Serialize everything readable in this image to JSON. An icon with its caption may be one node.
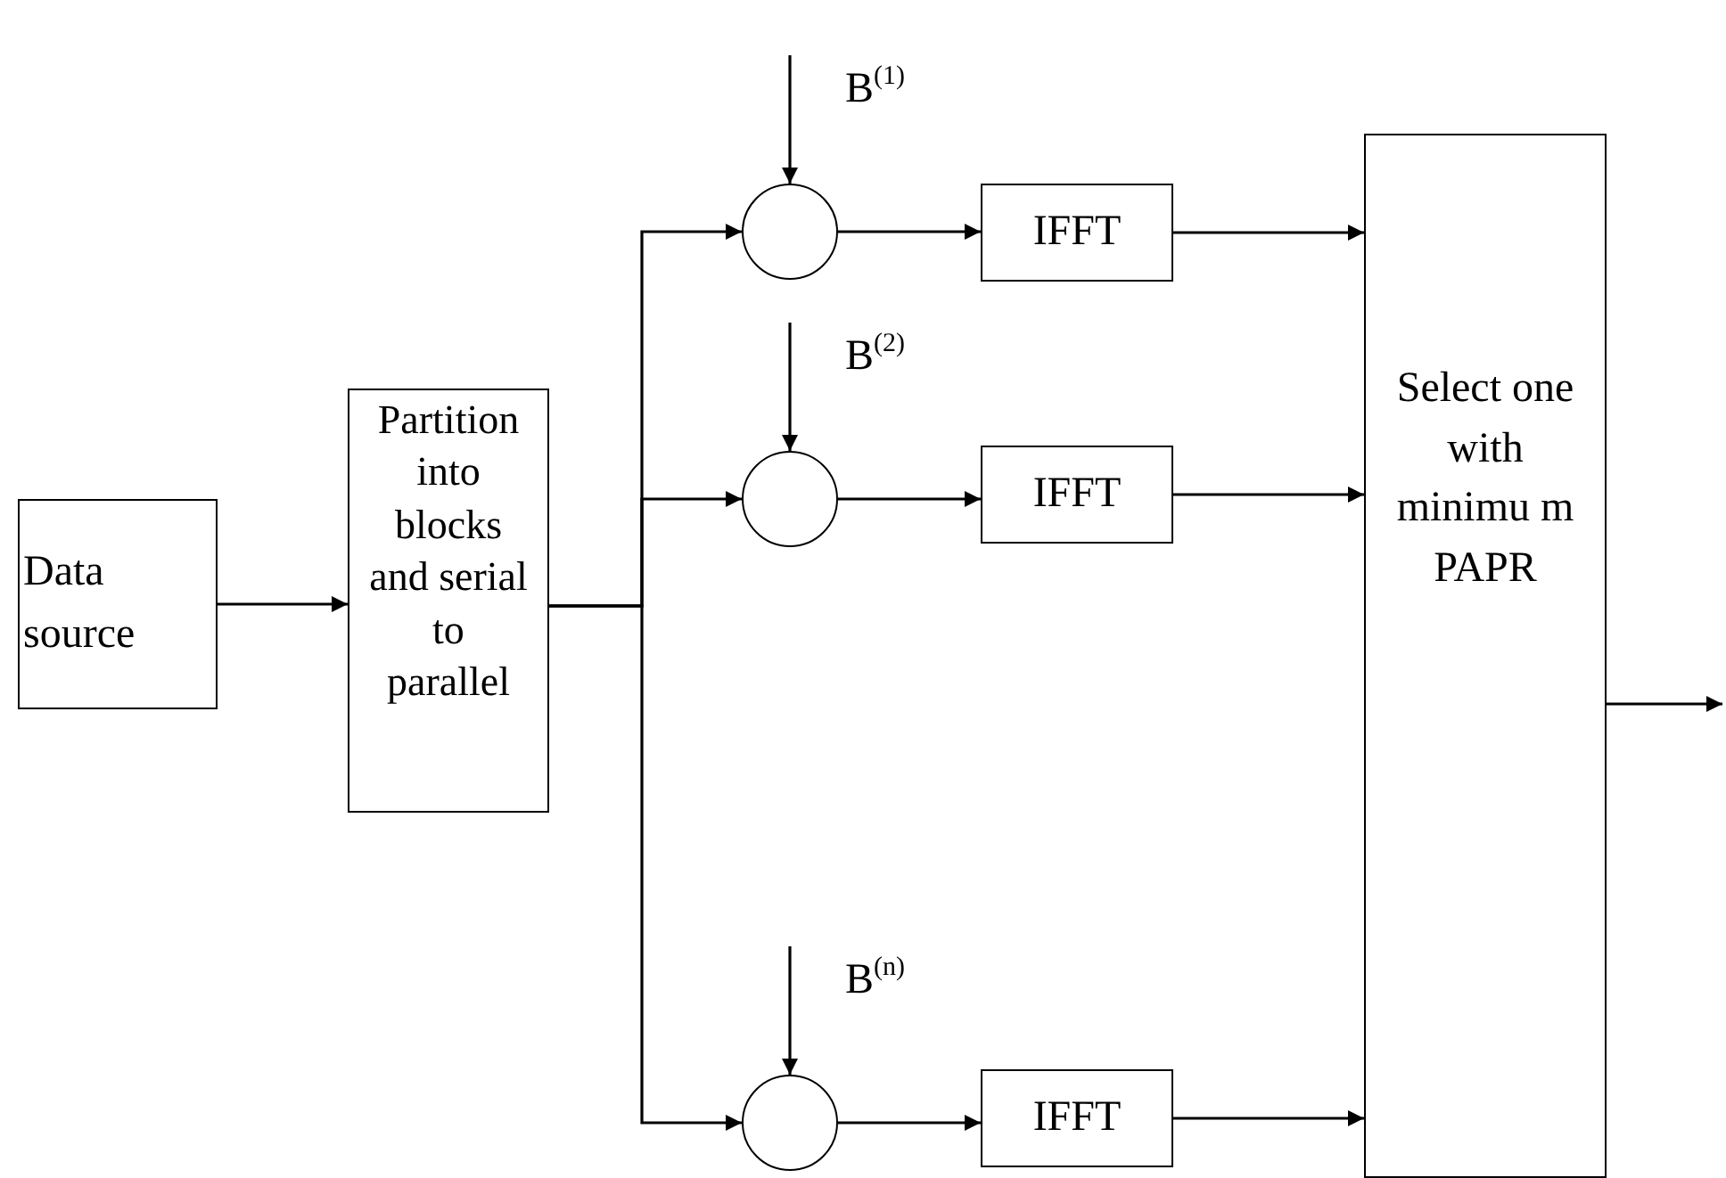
{
  "diagram": {
    "nodes": [
      {
        "text": [
          "Data source"
        ]
      },
      {
        "text": [
          "Partition into blocks and serial to parallel"
        ]
      },
      {
        "text": [],
        "shape": "circle",
        "beside": [
          "B$^{(1)}$"
        ]
      },
      {
        "text": [
          "IFFT"
        ]
      },
      {
        "text": [],
        "shape": "circle",
        "beside": [
          "B$^{(2)}$"
        ]
      },
      {
        "text": [
          "IFFT"
        ]
      },
      {
        "text": [],
        "shape": "circle",
        "beside": [
          "B$^{(n)}$"
        ]
      },
      {
        "text": [
          "IFFT"
        ]
      },
      {
        "text": [
          "Select one with minimu m PAPR"
        ]
      }
    ],
    "edges": [
      {
        "from": 0,
        "to": 1,
        "arrow": "to"
      },
      {
        "from": 1,
        "to": 2,
        "arrow": "to"
      },
      {
        "from": 1,
        "to": 4,
        "arrow": "to"
      },
      {
        "from": 1,
        "to": 6,
        "arrow": "to"
      },
      {
        "from": 2,
        "to": 3,
        "arrow": "to"
      },
      {
        "from": 4,
        "to": 5,
        "arrow": "to"
      },
      {
        "from": 6,
        "to": 7,
        "arrow": "to"
      },
      {
        "from": 3,
        "to": 8,
        "arrow": "to"
      },
      {
        "from": 5,
        "to": 8,
        "arrow": "to"
      },
      {
        "from": 7,
        "to": 8,
        "arrow": "to"
      },
      {
        "from": null,
        "to": 2,
        "arrow": "to"
      },
      {
        "from": null,
        "to": 4,
        "arrow": "to"
      },
      {
        "from": null,
        "to": 6,
        "arrow": "to"
      },
      {
        "from": 8,
        "to": null,
        "arrow": "to"
      }
    ]
  }
}
